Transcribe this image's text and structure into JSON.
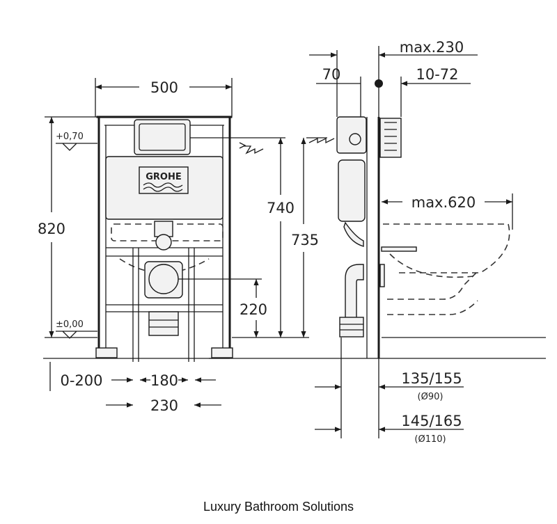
{
  "brand": {
    "logo_text": "GROHE"
  },
  "front_view": {
    "width_top": "500",
    "height_total": "820",
    "actuator_level": "740",
    "outlet_height": "220",
    "offset_left": "0-200",
    "outlet_spacing": "180",
    "outlet_width": "230",
    "level_upper": "+0,70",
    "level_zero": "±0,00"
  },
  "side_view": {
    "inlet_depth": "70",
    "max_depth": "max.230",
    "wall_range": "10-72",
    "bowl_projection": "max.620",
    "connection_height": "735",
    "pipe_90": "135/155",
    "pipe_90_diameter": "(Ø90)",
    "pipe_110": "145/165",
    "pipe_110_diameter": "(Ø110)"
  },
  "caption": "Luxury Bathroom Solutions"
}
